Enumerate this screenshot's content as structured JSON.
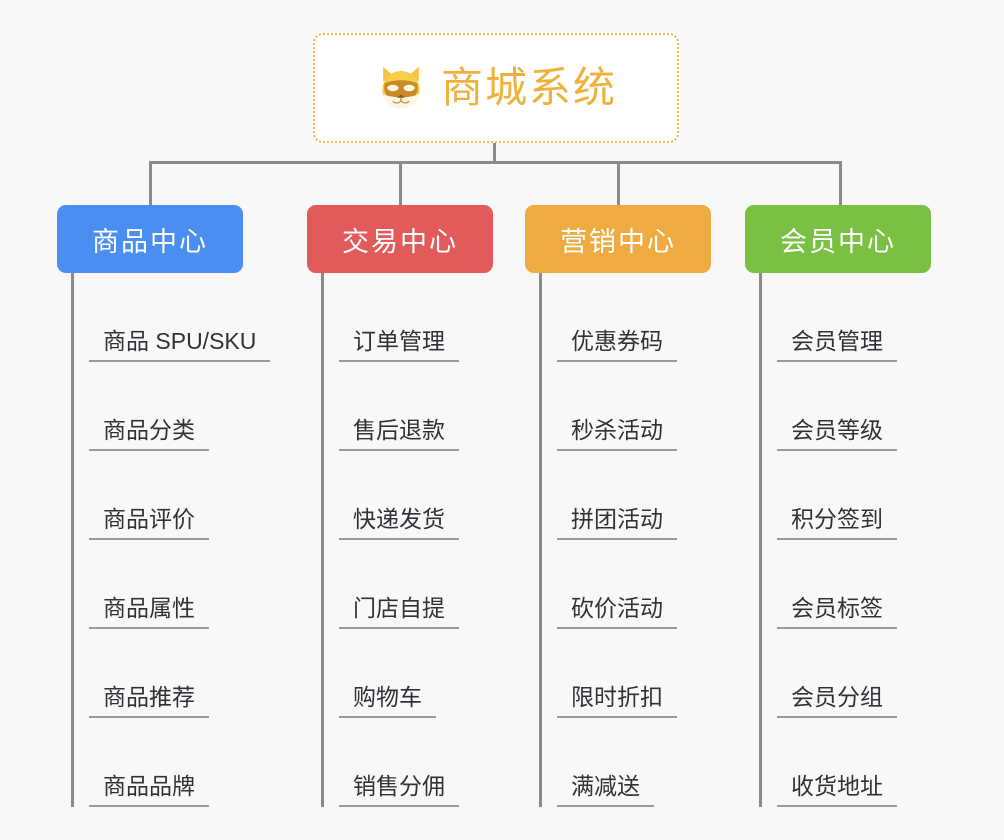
{
  "page": {
    "background_color": "#f8f8f8",
    "connector_color": "#8a8a8a"
  },
  "root": {
    "title": "商城系统",
    "icon": "shiba-dog-face-icon",
    "border_color": "#f0b54a",
    "text_color": "#efb13c",
    "background_color": "#ffffff"
  },
  "columns": [
    {
      "id": "product-center",
      "label": "商品中心",
      "color": "#4a8ef2",
      "items": [
        "商品 SPU/SKU",
        "商品分类",
        "商品评价",
        "商品属性",
        "商品推荐",
        "商品品牌"
      ]
    },
    {
      "id": "trade-center",
      "label": "交易中心",
      "color": "#e25a5a",
      "items": [
        "订单管理",
        "售后退款",
        "快递发货",
        "门店自提",
        "购物车",
        "销售分佣"
      ]
    },
    {
      "id": "marketing-center",
      "label": "营销中心",
      "color": "#edab41",
      "items": [
        "优惠券码",
        "秒杀活动",
        "拼团活动",
        "砍价活动",
        "限时折扣",
        "满减送"
      ]
    },
    {
      "id": "member-center",
      "label": "会员中心",
      "color": "#7ac143",
      "items": [
        "会员管理",
        "会员等级",
        "积分签到",
        "会员标签",
        "会员分组",
        "收货地址"
      ]
    }
  ]
}
